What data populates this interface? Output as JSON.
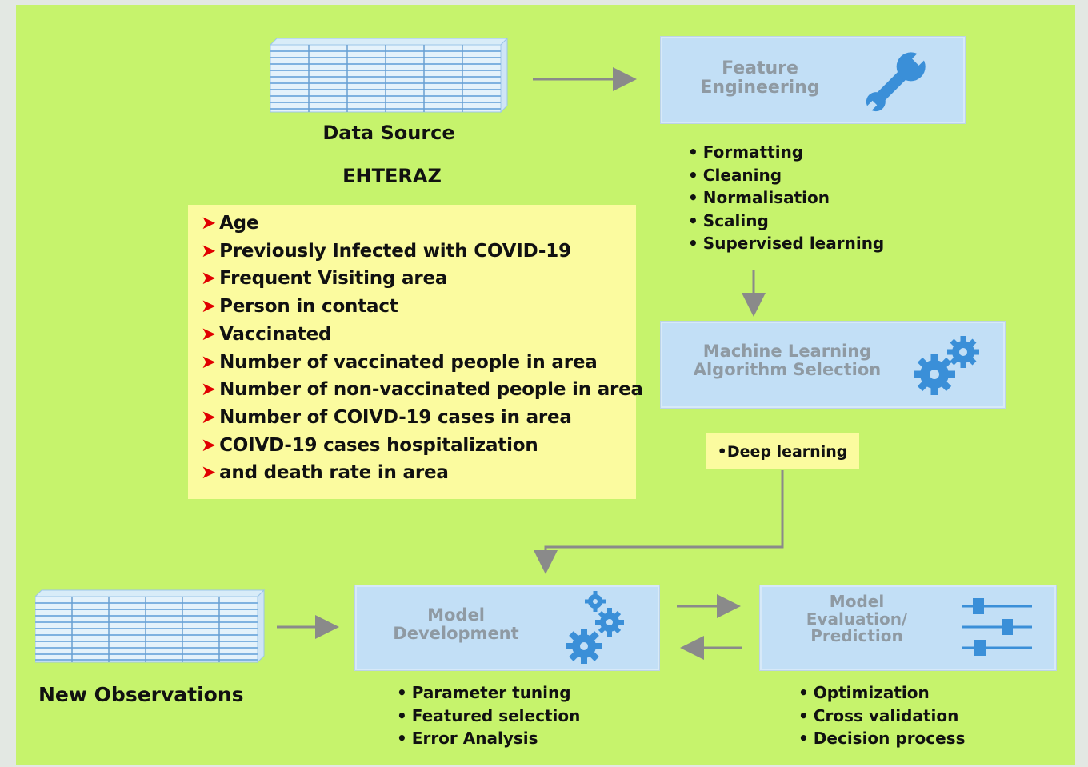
{
  "data_source": {
    "title": "Data Source",
    "subtitle": "EHTERAZ",
    "attributes": [
      "Age",
      "Previously Infected with COVID-19",
      "Frequent Visiting area",
      "Person in contact",
      "Vaccinated",
      "Number of vaccinated people in area",
      "Number of non-vaccinated people in area",
      "Number of COIVD-19 cases in area",
      "COIVD-19  cases hospitalization",
      "and death rate  in area"
    ]
  },
  "feature_engineering": {
    "title": "Feature\nEngineering",
    "icon": "wrench-icon",
    "steps": [
      "Formatting",
      "Cleaning",
      "Normalisation",
      "Scaling",
      "Supervised learning"
    ]
  },
  "algorithm_selection": {
    "title": "Machine Learning\nAlgorithm Selection",
    "icon": "gears-icon",
    "note": "Deep learning"
  },
  "model_development": {
    "title": "Model\nDevelopment",
    "icon": "gears-icon",
    "steps": [
      "Parameter tuning",
      "Featured selection",
      "Error Analysis"
    ]
  },
  "model_evaluation": {
    "title": "Model\nEvaluation/\nPrediction",
    "icon": "sliders-icon",
    "steps": [
      "Optimization",
      "Cross validation",
      "Decision process"
    ]
  },
  "new_observations": {
    "title": "New Observations"
  },
  "colors": {
    "background": "#c6f36c",
    "highlight_box": "#fbfb9f",
    "process_box": "#c2dff6",
    "icon_blue": "#3a8fd8",
    "arrow": "#8a8a8a",
    "bullet_arrow": "#e00000"
  }
}
